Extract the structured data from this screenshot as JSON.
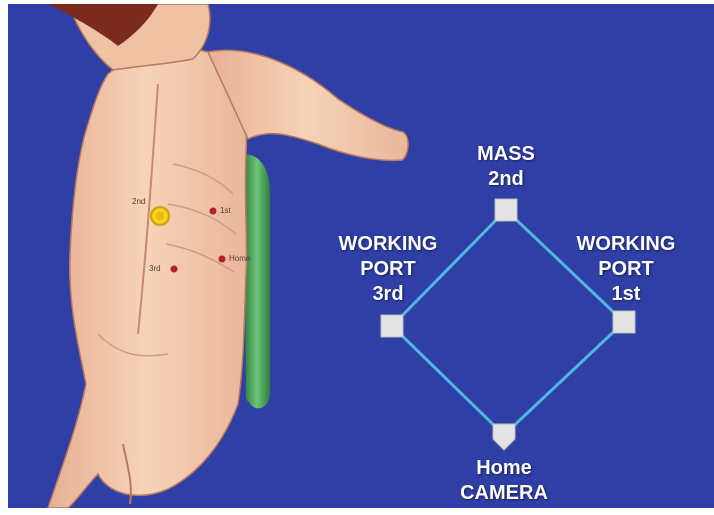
{
  "diagram": {
    "mass": {
      "line1": "MASS",
      "line2": "2nd"
    },
    "working_port_3rd": {
      "line1": "WORKING",
      "line2": "PORT",
      "line3": "3rd"
    },
    "working_port_1st": {
      "line1": "WORKING",
      "line2": "PORT",
      "line3": "1st"
    },
    "home": {
      "line1": "Home",
      "line2": "CAMERA"
    }
  },
  "ports": {
    "second": "2nd",
    "first": "1st",
    "third": "3rd",
    "home": "Home"
  },
  "colors": {
    "background": "#2f3fa6",
    "line": "#4fb7e0",
    "base": "#e4e4e4",
    "skin": "#f2c7a8",
    "hair": "#7a2a1f",
    "monitor": "#4aa35a",
    "port_dot": "#b4202a",
    "mass_marker": "#f2d21e"
  }
}
